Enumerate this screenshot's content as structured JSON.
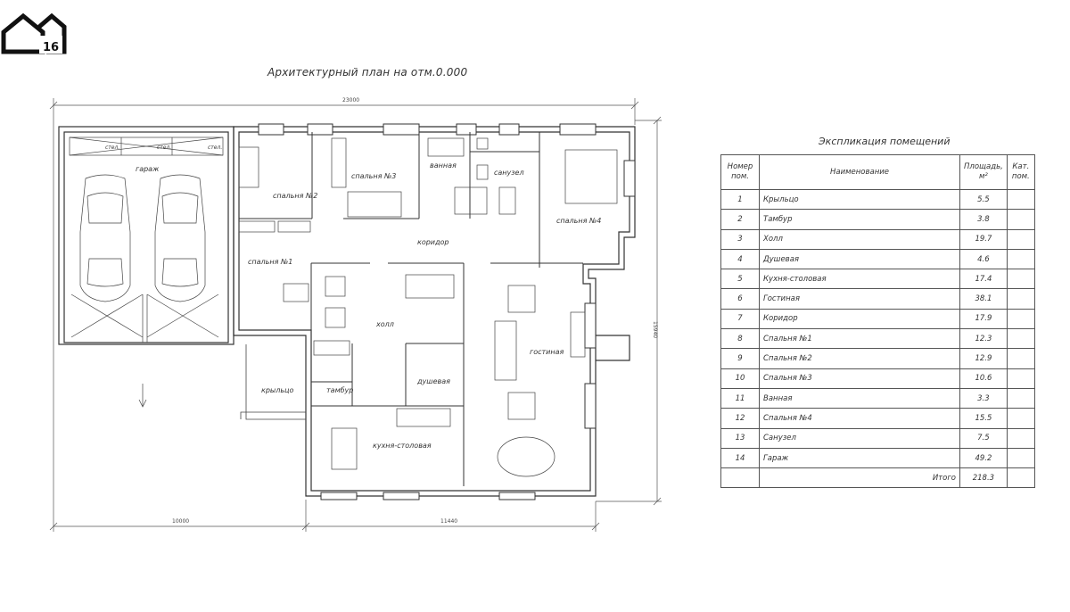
{
  "logo": {
    "number": "16"
  },
  "plan": {
    "title": "Архитектурный план на отм.0.000",
    "dims": {
      "total_width": "23000",
      "height": "15940",
      "left_width": "10000",
      "right_width": "11440"
    },
    "rooms": {
      "garage": "гараж",
      "bedroom2": "спальня №2",
      "bedroom3": "спальня №3",
      "bath": "ванная",
      "wc": "санузел",
      "bedroom4": "спальня №4",
      "corridor": "коридор",
      "bedroom1": "спальня №1",
      "hall": "холл",
      "living": "гостиная",
      "porch": "крыльцо",
      "vestibule": "тамбур",
      "shower": "душевая",
      "kitchen": "кухня-столовая"
    },
    "rack_label": "стел."
  },
  "explication": {
    "title": "Экспликация помещений",
    "headers": {
      "num": "Номер пом.",
      "name": "Наименование",
      "area": "Площадь, м²",
      "cat": "Кат. пом."
    },
    "rows": [
      {
        "num": "1",
        "name": "Крыльцо",
        "area": "5.5"
      },
      {
        "num": "2",
        "name": "Тамбур",
        "area": "3.8"
      },
      {
        "num": "3",
        "name": "Холл",
        "area": "19.7"
      },
      {
        "num": "4",
        "name": "Душевая",
        "area": "4.6"
      },
      {
        "num": "5",
        "name": "Кухня-столовая",
        "area": "17.4"
      },
      {
        "num": "6",
        "name": "Гостиная",
        "area": "38.1"
      },
      {
        "num": "7",
        "name": "Коридор",
        "area": "17.9"
      },
      {
        "num": "8",
        "name": "Спальня №1",
        "area": "12.3"
      },
      {
        "num": "9",
        "name": "Спальня №2",
        "area": "12.9"
      },
      {
        "num": "10",
        "name": "Спальня №3",
        "area": "10.6"
      },
      {
        "num": "11",
        "name": "Ванная",
        "area": "3.3"
      },
      {
        "num": "12",
        "name": "Спальня №4",
        "area": "15.5"
      },
      {
        "num": "13",
        "name": "Санузел",
        "area": "7.5"
      },
      {
        "num": "14",
        "name": "Гараж",
        "area": "49.2"
      }
    ],
    "total_label": "Итого",
    "total_value": "218.3"
  }
}
